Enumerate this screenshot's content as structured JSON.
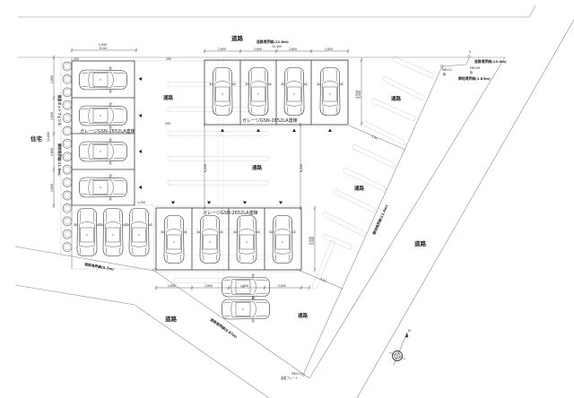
{
  "roads": {
    "top": "道路",
    "right": "道路",
    "bottom": "道路"
  },
  "neighbors": {
    "house": "住宅"
  },
  "passages": [
    "通路",
    "通路",
    "通路",
    "通路",
    "通路"
  ],
  "garages": {
    "left": "ガレージGSN-2652LA連棟",
    "top": "ガレージGSN-2652LA連棟",
    "bottom": "ガレージGSN-2652LA連棟"
  },
  "boundary_labels": {
    "top": "道路境界線(12.8m)",
    "top_right": "道路境界線(13.0m)",
    "right_short": "隣地境界線(1.83m)",
    "diagonal": "隣地境界線(11.6m)",
    "bottom_left": "道路境界線(5.7m)",
    "bottom": "道路境界線(6.87m)",
    "left_neighbor": "隣地境界線(11.6m)",
    "left_fence": "既設ネットフェンス"
  },
  "markers": {
    "mk111": "MK111",
    "mk111_type": "鋲",
    "mk109": "MK109",
    "mk109_type": "鋲",
    "mk113": "MK113",
    "mk113_type": "金属プレート",
    "origin": "0"
  },
  "compass": {
    "north": "N"
  },
  "dimensions": {
    "top_total": "10,400",
    "top_spans": [
      "2,600",
      "2,600",
      "2,600",
      "2,600"
    ],
    "bottom_spans": [
      "2,600",
      "2,600",
      "2,600",
      "2,600"
    ],
    "left_top_a": "5,850",
    "left_top_b": "6.2m",
    "left_spans": [
      "2,600",
      "2,600",
      "2,600",
      "2,600"
    ],
    "left_total": "11,600",
    "garage_depth_a": "4,910",
    "garage_depth_b": "5,000",
    "aisle": "6,000",
    "setback": "200",
    "offset": "1,250",
    "diagonal": "5.81"
  }
}
